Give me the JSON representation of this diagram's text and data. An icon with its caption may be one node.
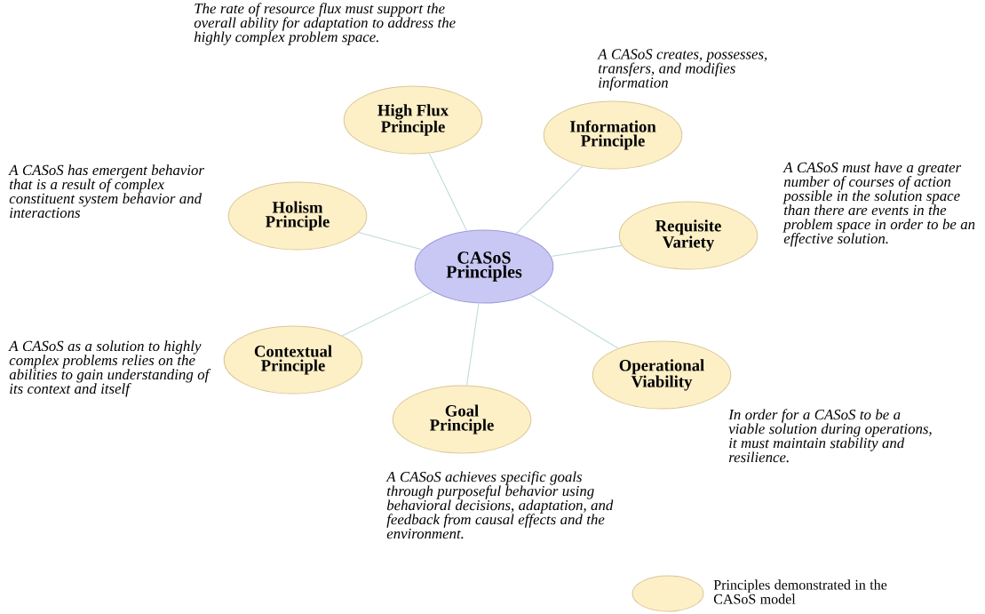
{
  "diagram": {
    "nodes": [
      {
        "text": [
          "High Flux Principle"
        ],
        "beside": [
          "The rate of resource flux must support the overall ability for adaptation to address the highly complex problem space."
        ]
      },
      {
        "text": [
          "Information Principle"
        ],
        "beside": [
          "A CASoS creates, possesses, transfers, and modifies information"
        ]
      },
      {
        "text": [
          "Holism Principle"
        ],
        "beside": [
          "A CASoS has emergent behavior that is a result of complex constituent system behavior and interactions"
        ]
      },
      {
        "text": [
          "Requisite Variety"
        ],
        "beside": [
          "A CASoS must have a greater number of courses of action possible in the solution space than there are events in the problem space in order to be an effective solution."
        ]
      },
      {
        "text": [
          "CASoS Principles"
        ]
      },
      {
        "text": [
          "Contextual Principle"
        ],
        "beside": [
          "A CASoS as a solution to highly complex problems relies on the abilities to gain understanding of its context and itself"
        ]
      },
      {
        "text": [
          "Operational Viability"
        ],
        "beside": [
          "In order for a CASoS to be a viable solution during operations, it must maintain stability and resilience."
        ]
      },
      {
        "text": [
          "Goal Principle"
        ],
        "beside": [
          "A CASoS achieves specific goals through purposeful behavior using behavioral decisions, adaptation, and feedback from causal effects and the environment."
        ]
      }
    ],
    "edges": [
      {
        "from": 4,
        "to": 0,
        "arrow": "none"
      },
      {
        "from": 4,
        "to": 1,
        "arrow": "none"
      },
      {
        "from": 4,
        "to": 2,
        "arrow": "none"
      },
      {
        "from": 4,
        "to": 3,
        "arrow": "none"
      },
      {
        "from": 4,
        "to": 5,
        "arrow": "none"
      },
      {
        "from": 4,
        "to": 6,
        "arrow": "none"
      },
      {
        "from": 4,
        "to": 7,
        "arrow": "none"
      }
    ],
    "legend": [
      {
        "text": "Principles demonstrated in the CASoS model",
        "color": "#fdefc6"
      }
    ]
  }
}
